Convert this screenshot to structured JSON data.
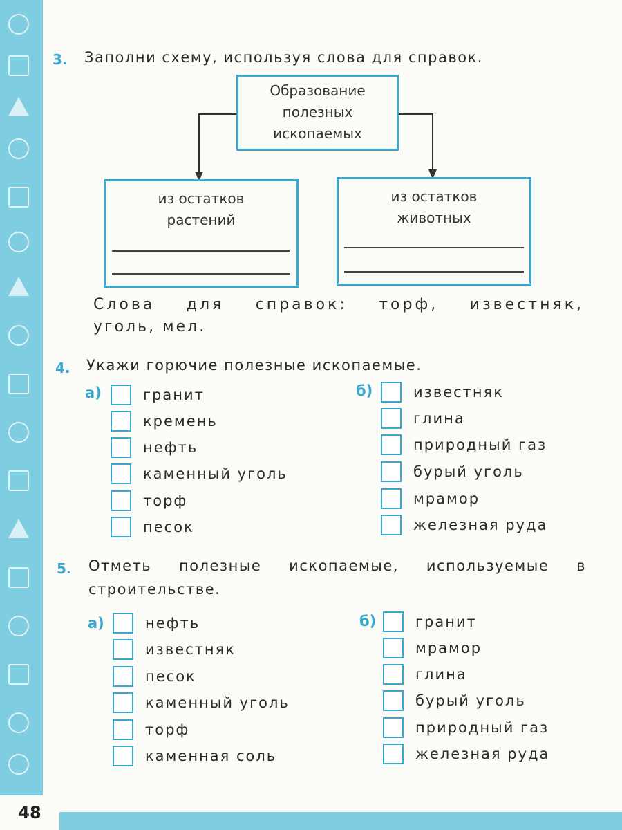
{
  "page_number": "48",
  "task3": {
    "number": "3.",
    "text": "Заполни схему, используя слова для справок.",
    "top_box": [
      "Образование",
      "полезных",
      "ископаемых"
    ],
    "left_box": [
      "из остатков",
      "растений"
    ],
    "right_box": [
      "из остатков",
      "животных"
    ],
    "reference_line1": "Слова для справок: торф, известняк,",
    "reference_line2": "уголь, мел."
  },
  "task4": {
    "number": "4.",
    "text": "Укажи горючие полезные ископаемые.",
    "col_a_marker": "а)",
    "col_b_marker": "б)",
    "col_a": [
      "гранит",
      "кремень",
      "нефть",
      "каменный уголь",
      "торф",
      "песок"
    ],
    "col_b": [
      "известняк",
      "глина",
      "природный газ",
      "бурый уголь",
      "мрамор",
      "железная руда"
    ]
  },
  "task5": {
    "number": "5.",
    "text_line1": "Отметь полезные ископаемые, используемые в",
    "text_line2": "строительстве.",
    "col_a_marker": "а)",
    "col_b_marker": "б)",
    "col_a": [
      "нефть",
      "известняк",
      "песок",
      "каменный уголь",
      "торф",
      "каменная соль"
    ],
    "col_b": [
      "гранит",
      "мрамор",
      "глина",
      "бурый уголь",
      "природный газ",
      "железная руда"
    ]
  },
  "colors": {
    "accent": "#3aa7cf",
    "sidebar": "#7fcde0"
  }
}
